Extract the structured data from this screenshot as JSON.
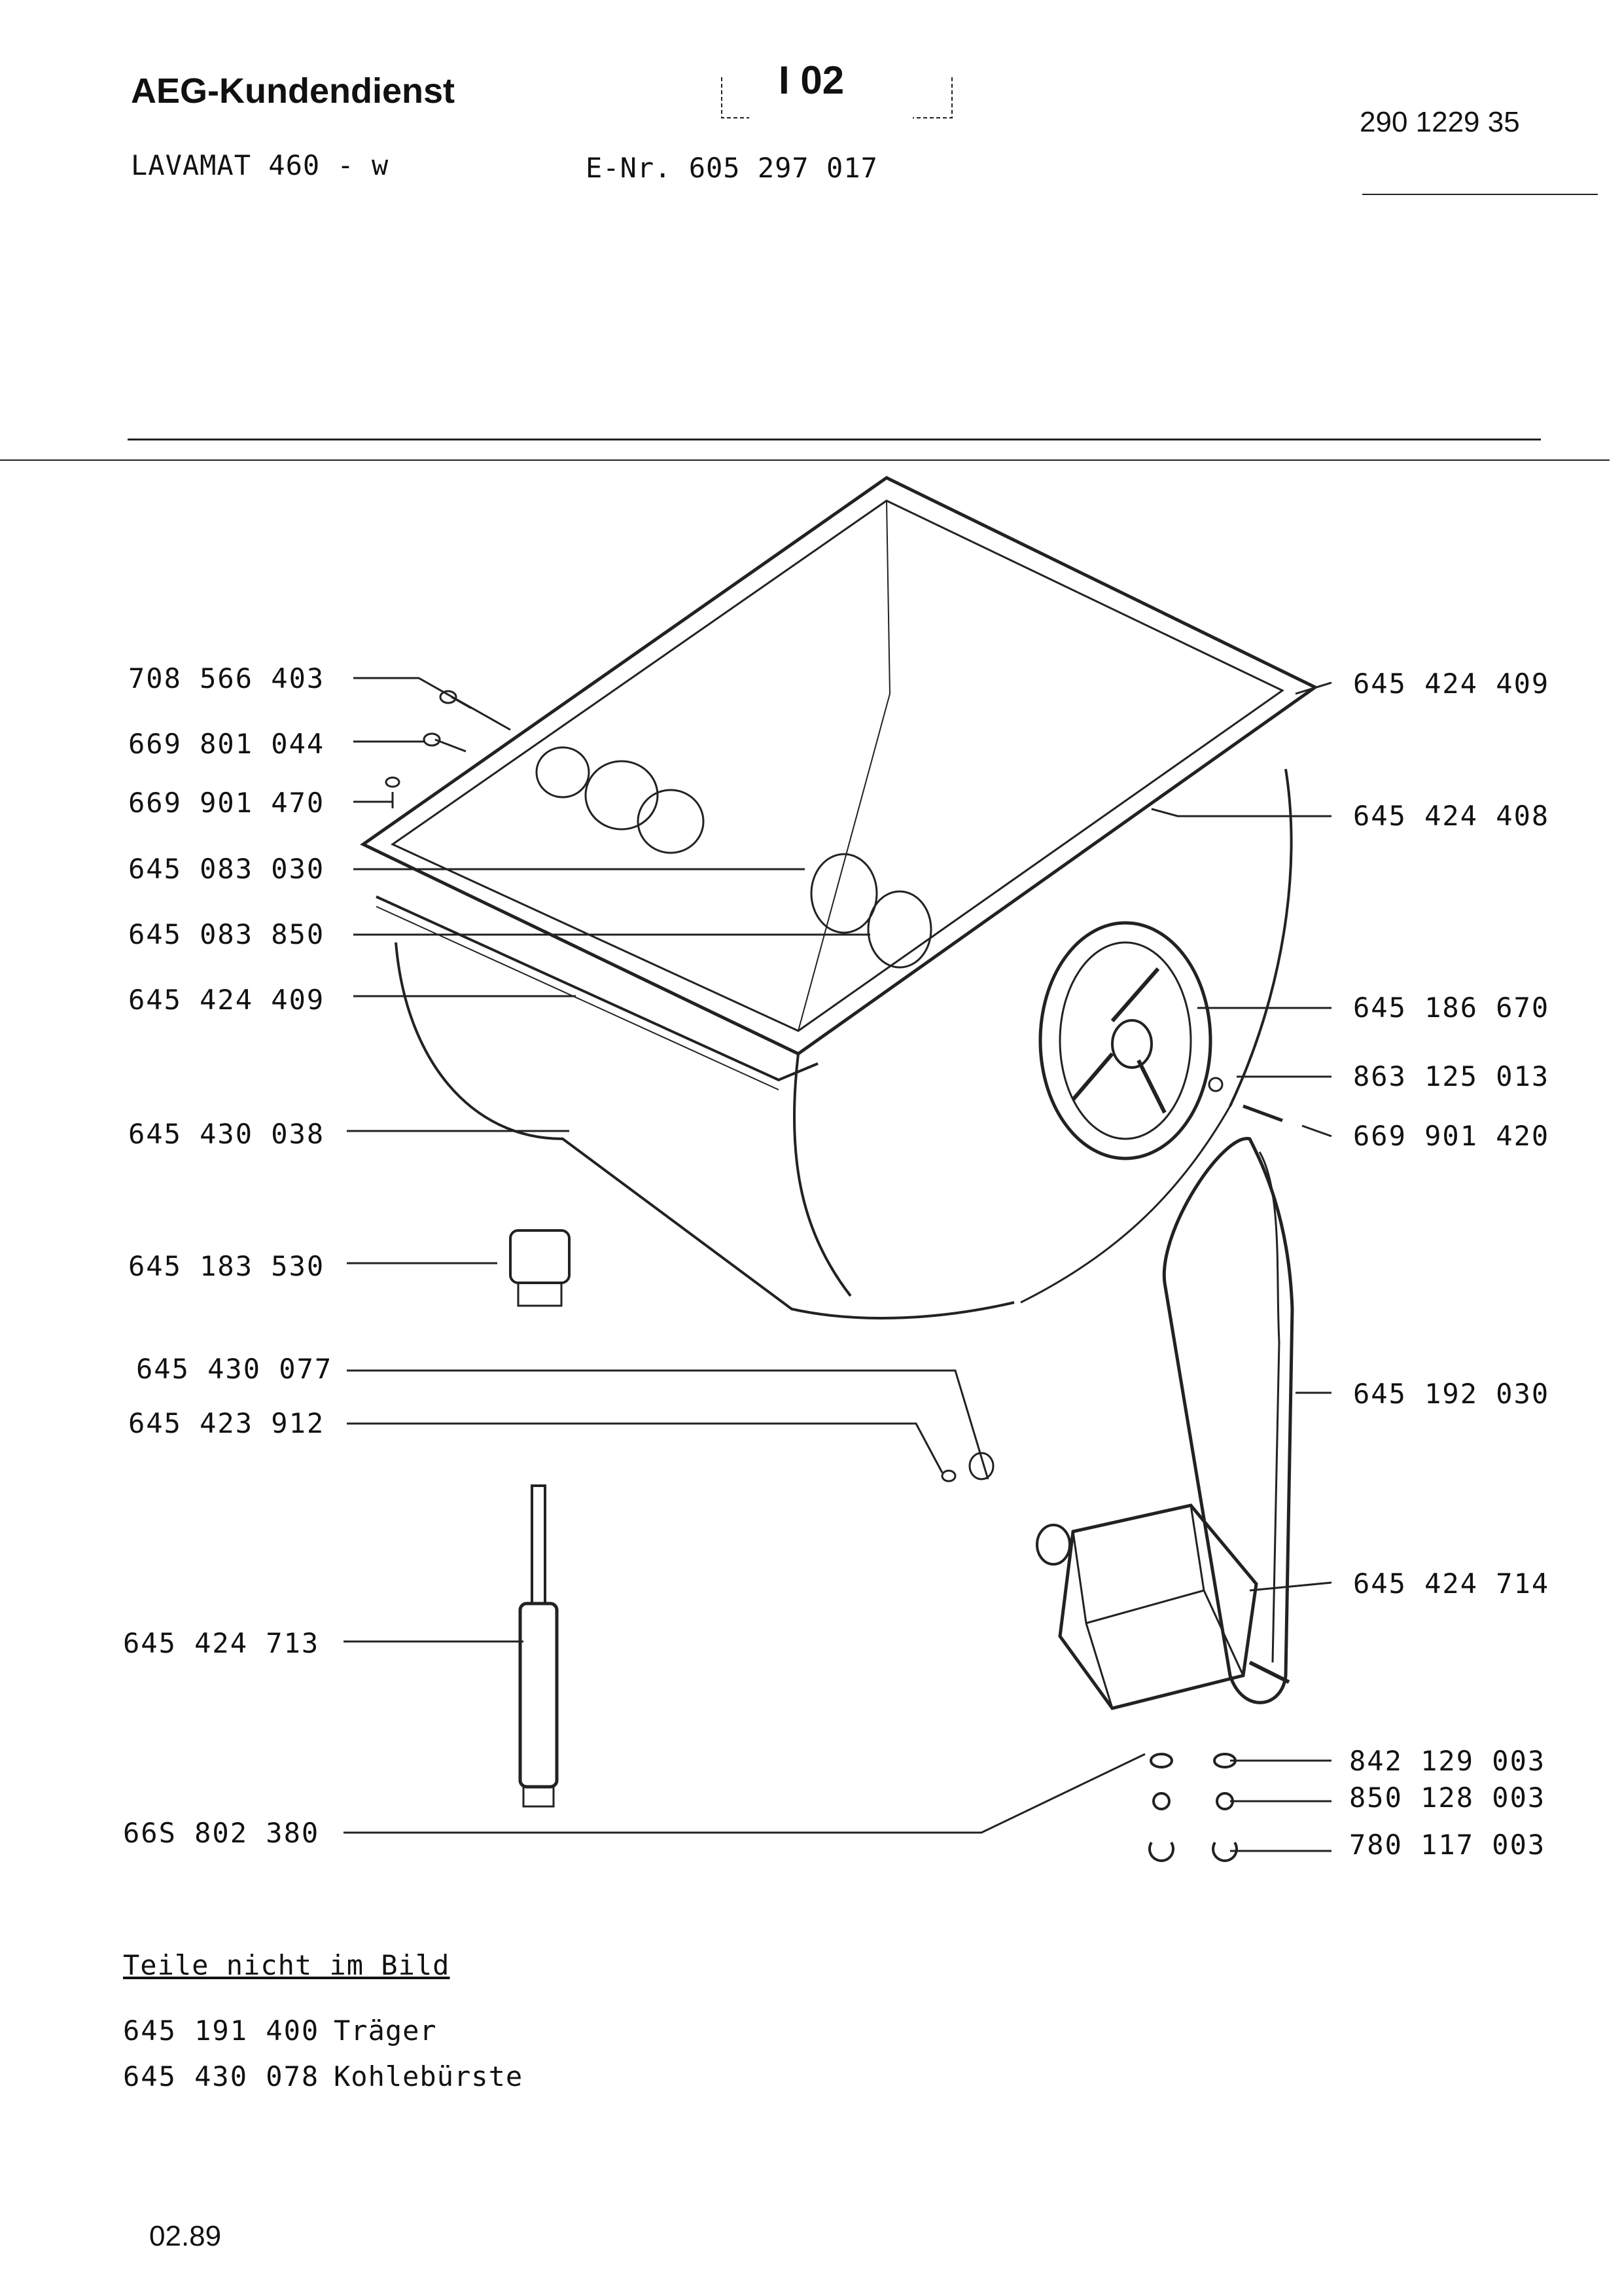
{
  "header": {
    "brand": "AEG-Kundendienst",
    "model": "LAVAMAT 460 - w",
    "page_code": "I 02",
    "enr": "E-Nr. 605 297 017",
    "doc_number": "290 1229 35"
  },
  "parts_left": [
    "708 566 403",
    "669 801 044",
    "669 901 470",
    "645 083 030",
    "645 083 850",
    "645 424 409",
    "645 430 038",
    "645 183 530",
    "645 430 077",
    "645 423 912",
    "645 424 713",
    "66S 802 380"
  ],
  "parts_right": [
    "645 424 409",
    "645 424 408",
    "645 186 670",
    "863 125 013",
    "669 901 420",
    "645 192 030",
    "645 424 714",
    "842 129 003",
    "850 128 003",
    "780 117 003"
  ],
  "not_shown": {
    "heading": "Teile nicht im Bild",
    "items": [
      {
        "number": "645 191 400",
        "name": "Träger"
      },
      {
        "number": "645 430 078",
        "name": "Kohlebürste"
      }
    ]
  },
  "footer": {
    "date": "02.89"
  }
}
